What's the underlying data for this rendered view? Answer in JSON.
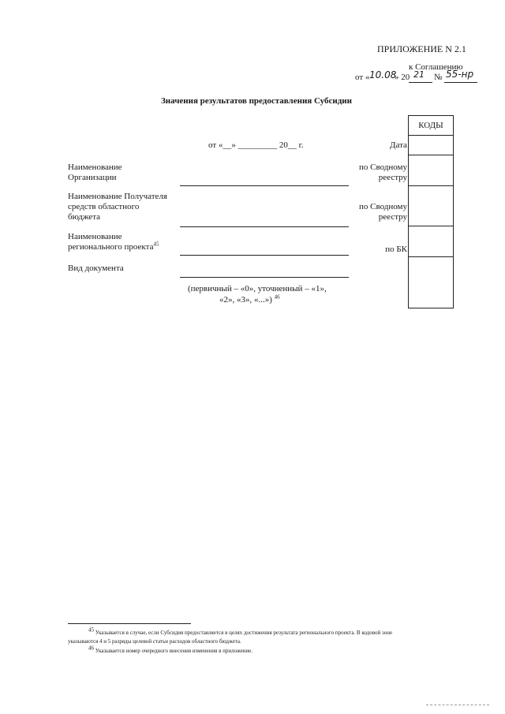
{
  "header": {
    "appendix": "ПРИЛОЖЕНИЕ N 2.1",
    "to_agreement": "к Соглашению",
    "from_label": "от «",
    "date_handwritten": "10.08",
    "date_close": "» 20",
    "year_handwritten": "21",
    "number_label": "№",
    "number_handwritten": "55-нр"
  },
  "title": "Значения результатов предоставления Субсидии",
  "codes": {
    "header": "КОДЫ",
    "date_label": "Дата"
  },
  "date_line": "от «__» _________ 20__ г.",
  "fields": [
    {
      "label_line1": "Наименование",
      "label_line2": "Организации",
      "label_line3": "",
      "right_line1": "по Сводному",
      "right_line2": "реестру"
    },
    {
      "label_line1": "Наименование Получателя",
      "label_line2": "средств областного",
      "label_line3": "бюджета",
      "right_line1": "по Сводному",
      "right_line2": "реестру"
    },
    {
      "label_line1": "Наименование",
      "label_line2": "регионального проекта",
      "label_sup": "45",
      "label_line3": "",
      "right_line1": "",
      "right_line2": "по БК"
    },
    {
      "label_line1": "Вид документа",
      "label_line2": "",
      "label_line3": "",
      "right_line1": "",
      "right_line2": ""
    }
  ],
  "doc_hint": {
    "line1": "(первичный – «0», уточненный – «1»,",
    "line2": "«2», «3», «...»)",
    "sup": "46"
  },
  "footnotes": [
    {
      "mark": "45",
      "line1": "Указывается в случае, если Субсидия предоставляется в целях достижения результата регионального проекта. В кодовой зоне",
      "line2": "указываются 4 и 5 разряды целевой статьи расходов областного бюджета."
    },
    {
      "mark": "46",
      "line1": "Указывается номер очередного внесения изменения в приложение.",
      "line2": ""
    }
  ]
}
